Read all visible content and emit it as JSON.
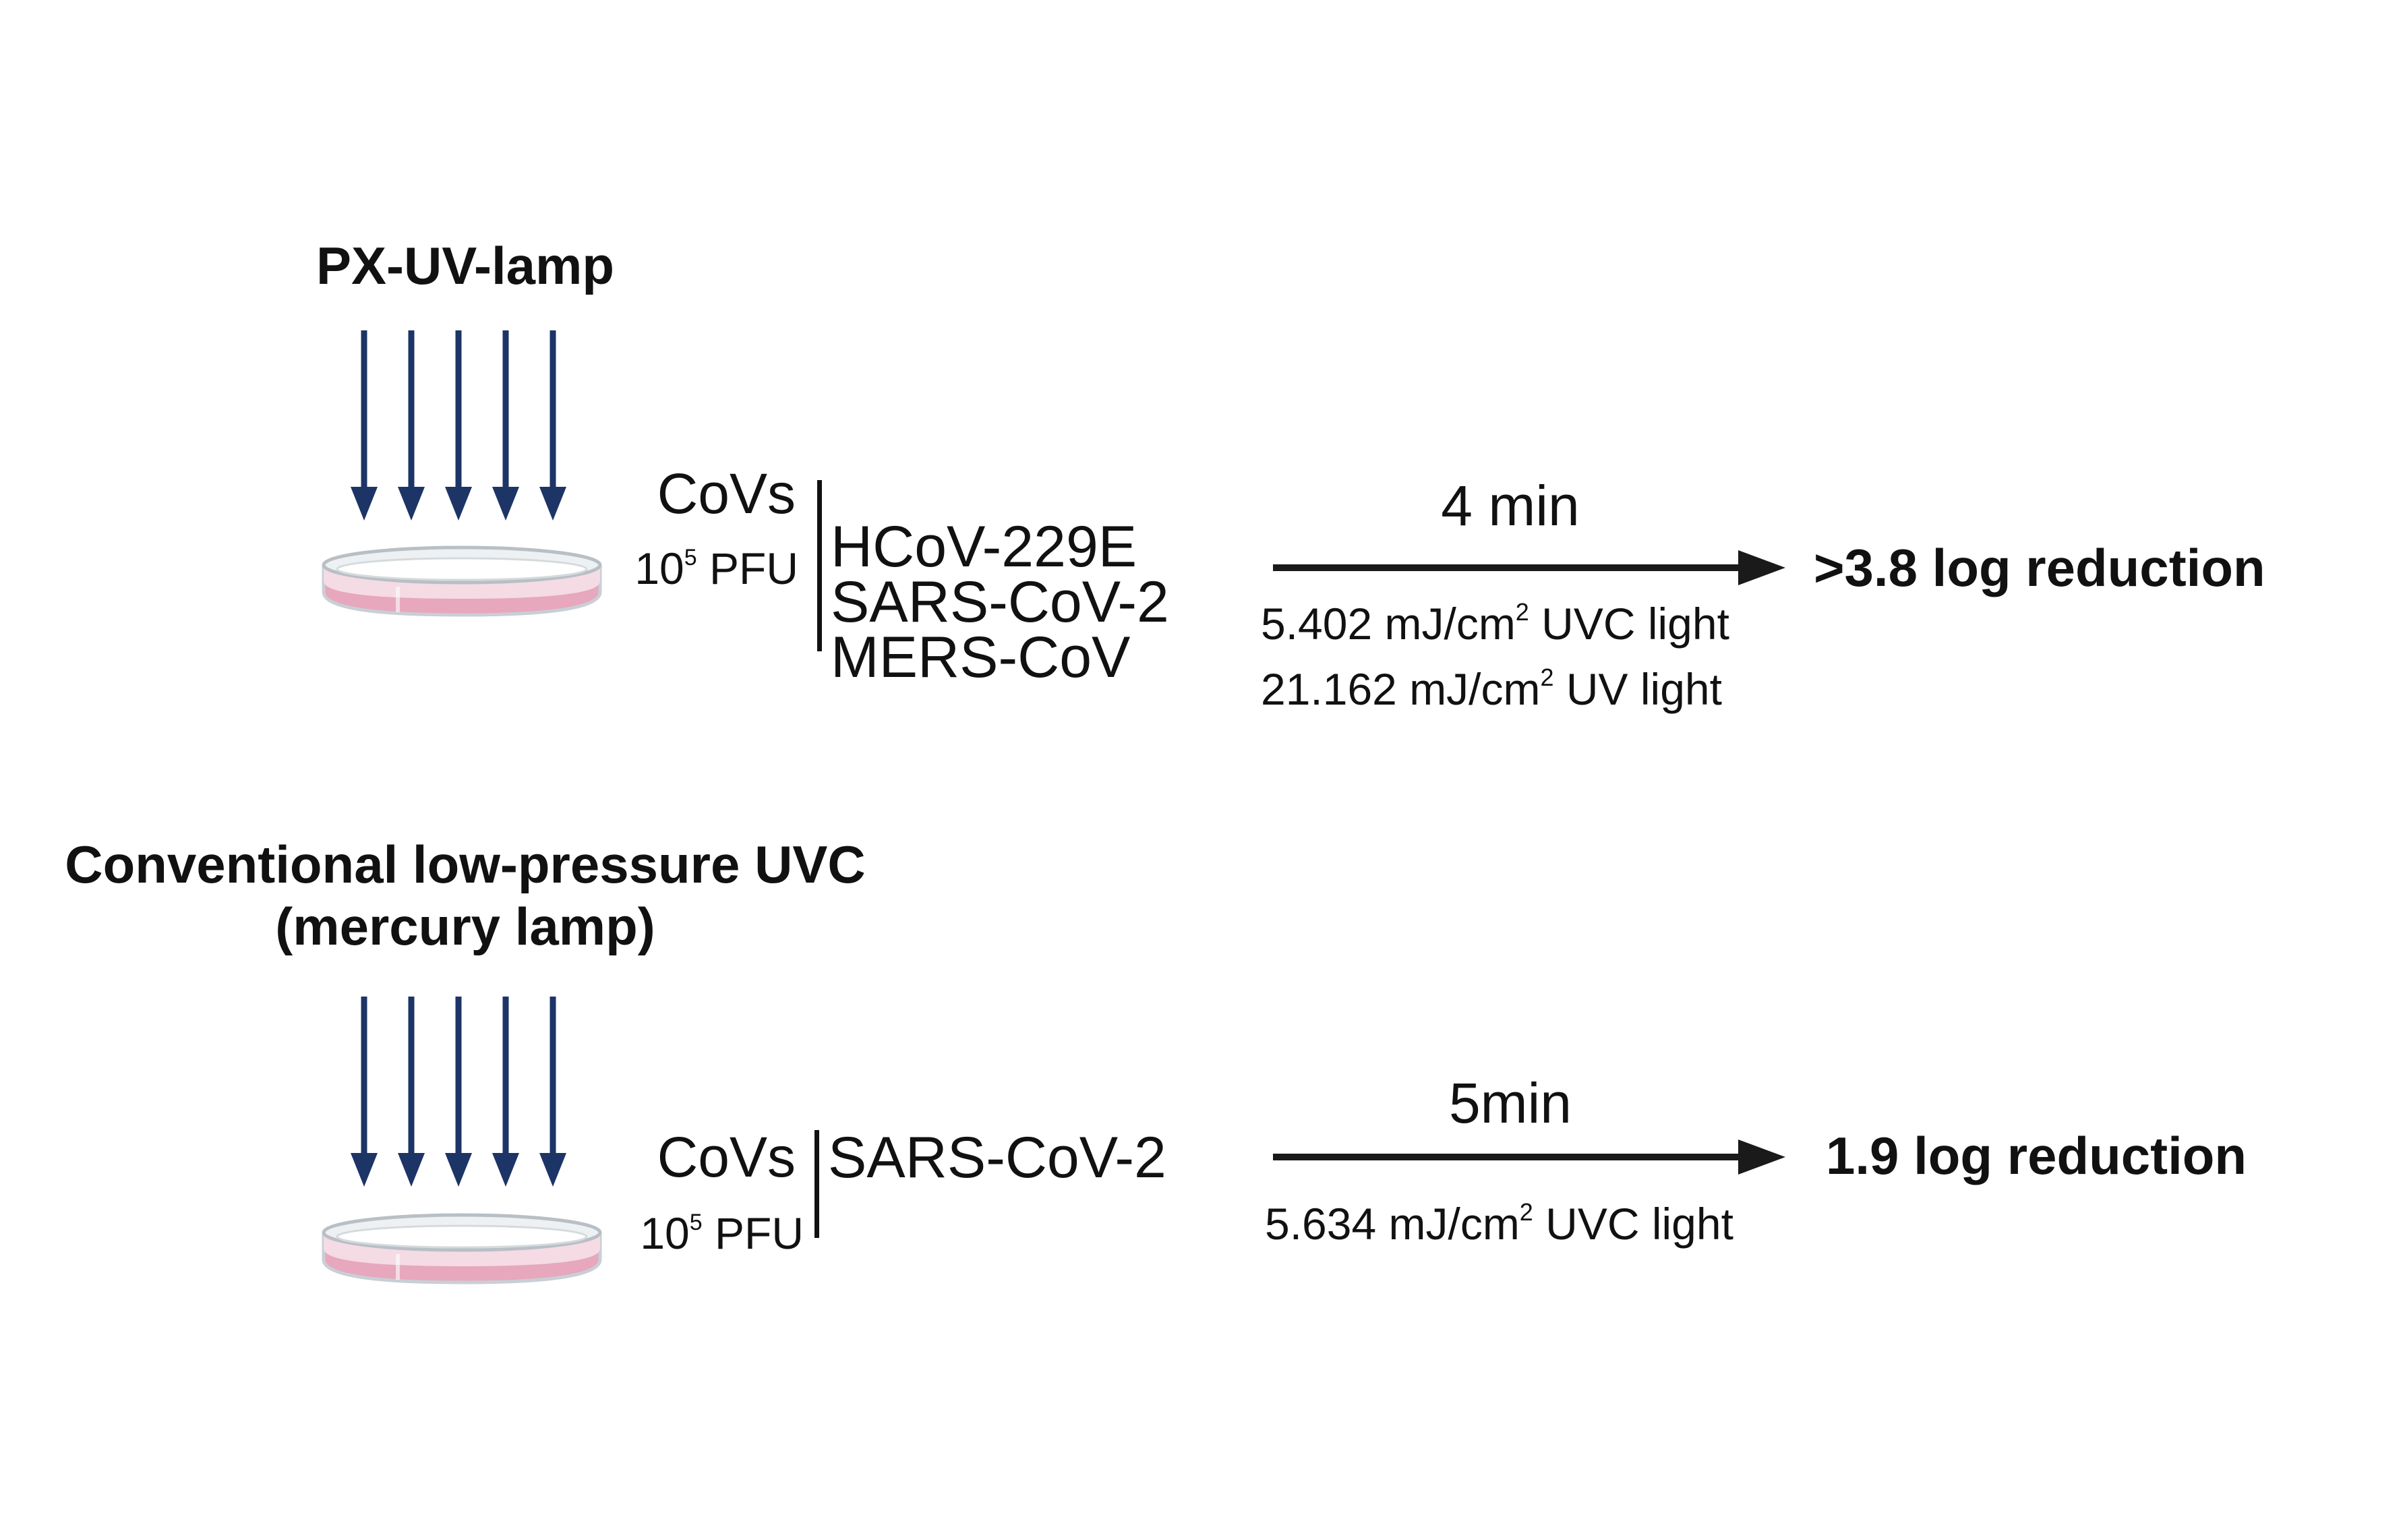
{
  "colors": {
    "arrow_blue": "#1d3466",
    "dish_pink": "#e7a7bd",
    "dish_rim": "#c9cfd4",
    "arrow_black": "#1a1a1a"
  },
  "panels": [
    {
      "title_lines": [
        "PX-UV-lamp"
      ],
      "covs_label": "CoVs",
      "pfu_base": "10",
      "pfu_exp": "5",
      "pfu_unit": "PFU",
      "viruses": [
        "HCoV-229E",
        "SARS-CoV-2",
        "MERS-CoV"
      ],
      "time": "4 min",
      "doses": [
        {
          "value": "5.402 mJ/cm",
          "exp": "2",
          "light": "UVC light"
        },
        {
          "value": "21.162 mJ/cm",
          "exp": "2",
          "light": "UV light"
        }
      ],
      "result": ">3.8 log reduction"
    },
    {
      "title_lines": [
        "Conventional low-pressure UVC",
        "(mercury lamp)"
      ],
      "covs_label": "CoVs",
      "pfu_base": "10",
      "pfu_exp": "5",
      "pfu_unit": "PFU",
      "viruses": [
        "SARS-CoV-2"
      ],
      "time": "5min",
      "doses": [
        {
          "value": "5.634 mJ/cm",
          "exp": "2",
          "light": "UVC light"
        }
      ],
      "result": "1.9 log reduction"
    }
  ]
}
